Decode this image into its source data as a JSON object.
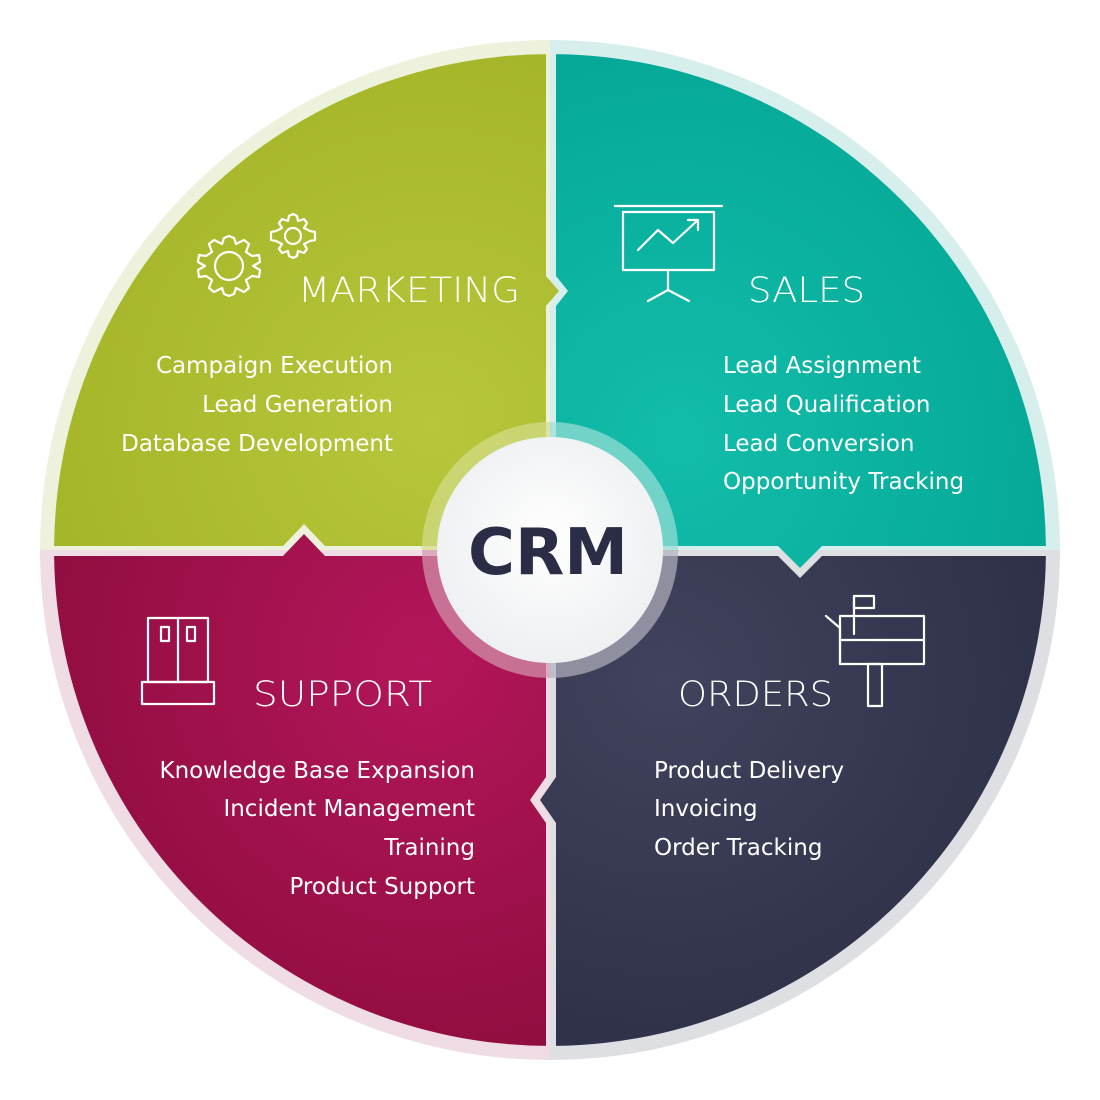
{
  "center": {
    "label": "CRM"
  },
  "quadrants": {
    "marketing": {
      "title": "MARKETING",
      "icon": "gears-icon",
      "items": [
        "Campaign Execution",
        "Lead Generation",
        "Database Development"
      ],
      "color": "#a9b82a"
    },
    "sales": {
      "title": "SALES",
      "icon": "presentation-chart-icon",
      "items": [
        "Lead Assignment",
        "Lead Qualification",
        "Lead Conversion",
        "Opportunity Tracking"
      ],
      "color": "#08ad9c"
    },
    "support": {
      "title": "SUPPORT",
      "icon": "cabinet-icon",
      "items": [
        "Knowledge Base Expansion",
        "Incident Management",
        "Training",
        "Product Support"
      ],
      "color": "#9e1048"
    },
    "orders": {
      "title": "ORDERS",
      "icon": "mailbox-icon",
      "items": [
        "Product Delivery",
        "Invoicing",
        "Order Tracking"
      ],
      "color": "#34364f"
    }
  }
}
